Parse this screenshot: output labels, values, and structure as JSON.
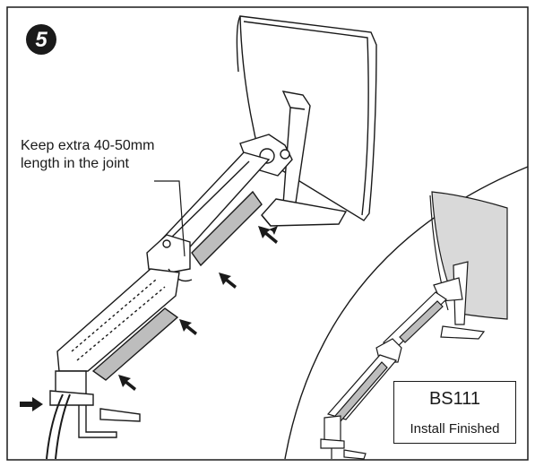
{
  "step": {
    "number": "5"
  },
  "callout": {
    "line1": "Keep extra 40-50mm",
    "line2": "length in the joint"
  },
  "inset": {
    "model": "BS111",
    "status": "Install Finished"
  },
  "colors": {
    "ink": "#1a1a1a",
    "paper": "#ffffff",
    "arm_fill": "#ffffff",
    "cover_fill": "#bdbdbd",
    "screen_back": "#d9d9d9"
  },
  "icons": {
    "step_badge": "step-5-badge-icon",
    "arrows": "arrow-icon"
  }
}
